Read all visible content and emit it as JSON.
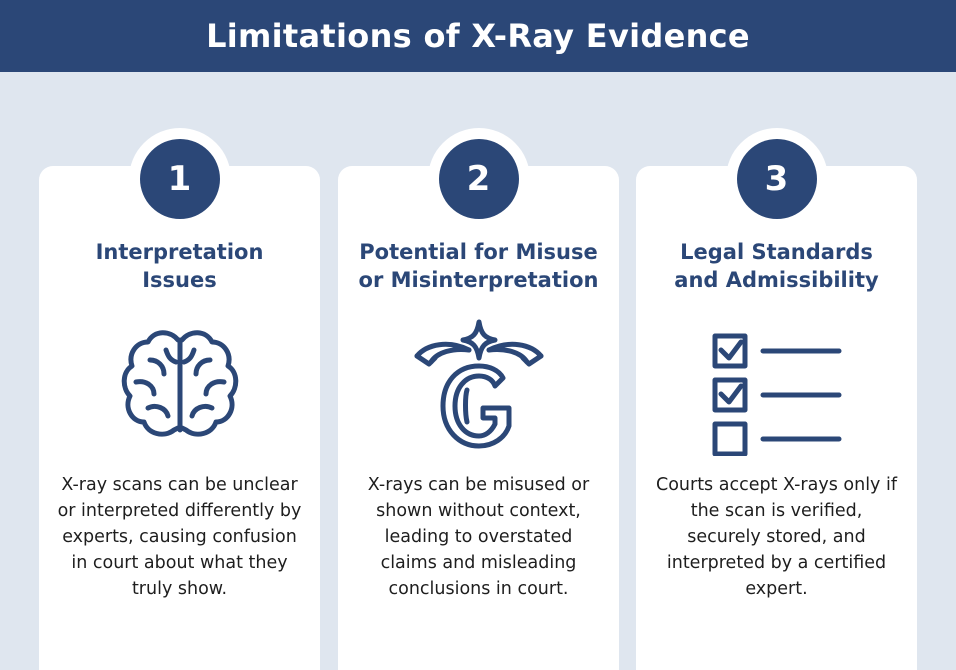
{
  "header": {
    "title": "Limitations of X-Ray Evidence"
  },
  "colors": {
    "primary": "#2b4777",
    "background": "#dfe6ef",
    "card": "#ffffff"
  },
  "cards": [
    {
      "number": "1",
      "title_line1": "Interpretation",
      "title_line2": "Issues",
      "icon": "brain-icon",
      "text": "X-ray scans can be unclear or interpreted differently by experts, causing confusion in court about what they truly show."
    },
    {
      "number": "2",
      "title_line1": "Potential for Misuse",
      "title_line2": "or Misinterpretation",
      "icon": "g-arrows-icon",
      "text": "X-rays can be misused or shown without context, leading to overstated claims and misleading conclusions in court."
    },
    {
      "number": "3",
      "title_line1": "Legal Standards",
      "title_line2": "and Admissibility",
      "icon": "checklist-icon",
      "text": "Courts accept X-rays only if the scan is verified, securely stored, and interpreted by a certified expert."
    }
  ]
}
